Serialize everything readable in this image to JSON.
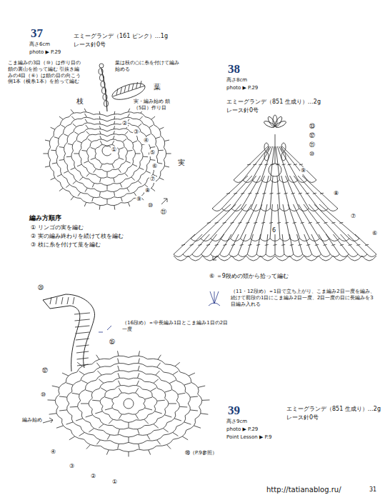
{
  "diagram": {
    "labels": [
      "37",
      "高さ6cm",
      "photo ▶ P.29",
      "エミーグランデ（161 ピンク）…1g",
      "レース針0号",
      "こま編みの3目（⑩）は作り目の鎖の裏山を拾って編む 引抜き編みの4目（⑥）は鎖の目の向こう側1本（横糸1本）を拾って編む",
      "枝",
      "葉は枝の○に糸を付けて編み始める",
      "葉",
      "実・編み始め 鎖（5目）作り目",
      "実",
      "①",
      "②",
      "③",
      "④",
      "⑤",
      "⑥",
      "⑦",
      "⑧",
      "⑨",
      "⑩",
      "⑪",
      "編み方順序",
      "① リンゴの実を編む",
      "② 実の編み終わりを続けて枝を編む",
      "③ 枝に糸を付けて葉を編む",
      "38",
      "高さ8cm",
      "photo ▶ P.29",
      "エミーグランデ（851 生成り）…2g",
      "レース針0号",
      "⑬",
      "⑫",
      "⑪",
      "⑩",
      "⑨",
      "⑧",
      "⑦",
      "⑥",
      "6",
      "⑥ ＝9段めの頭から拾って編む",
      "（11・12段め）＝1目で立ち上がり、こま編み2目一度を編み、続けて前段の1目にこま編み2目一度、2目一度の目に長編みを3目編み入れる",
      "39",
      "高さ9cm",
      "photo ▶ P.29",
      "Point Lesson ▶ P.9",
      "エミーグランデ（851 生成り）…2g",
      "レース針0号",
      "（16段め）＝中長編み1目とこま編み1目の2目一度",
      "⑳",
      "⑮",
      "⑫",
      "⑩",
      "④",
      "③",
      "②",
      "①",
      "編み始め",
      "⑱（P.9参照）",
      "http://tatianablog.ru/",
      "31"
    ]
  }
}
